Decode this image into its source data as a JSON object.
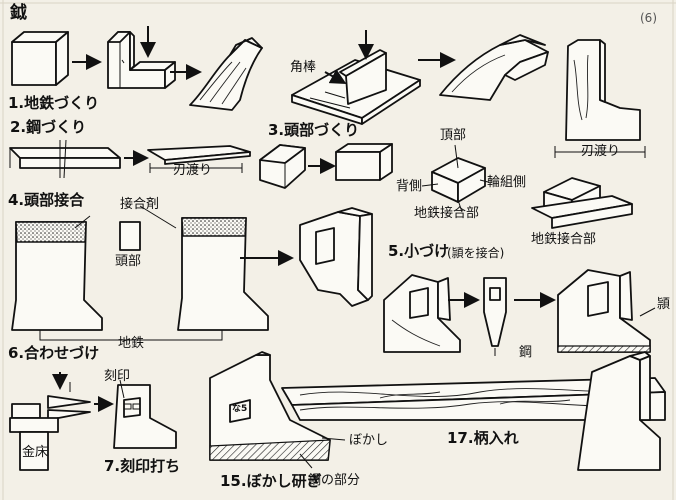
{
  "title": "鉞",
  "page_number": "(6)",
  "steps": {
    "s1": "1.地鉄づくり",
    "s2": "2.鋼づくり",
    "s3": "3.頭部づくり",
    "s4": "4.頭部接合",
    "s5": "5.小づけ",
    "s5_note": "(頴を接合)",
    "s6": "6.合わせづけ",
    "s7": "7.刻印打ち",
    "s15": "15.ぼかし研ぎ",
    "s17": "17.柄入れ"
  },
  "labels": {
    "kakubo": "角棒",
    "hawatari_1": "刃渡り",
    "hawatari_2": "刃渡り",
    "chobu": "頂部",
    "segawa": "背側",
    "wagumigawa": "輪組側",
    "jigane_setsugo_1": "地鉄接合部",
    "jigane_setsugo_2": "地鉄接合部",
    "setsugozai": "接合剤",
    "tobu": "頭部",
    "jigane": "地鉄",
    "hagane": "鋼",
    "ago": "頴",
    "kokuin": "刻印",
    "kanatoko": "金床",
    "bokashi": "ぼかし",
    "hagane_no_bubun": "鋼の部分",
    "stamp_mark": "な5"
  }
}
